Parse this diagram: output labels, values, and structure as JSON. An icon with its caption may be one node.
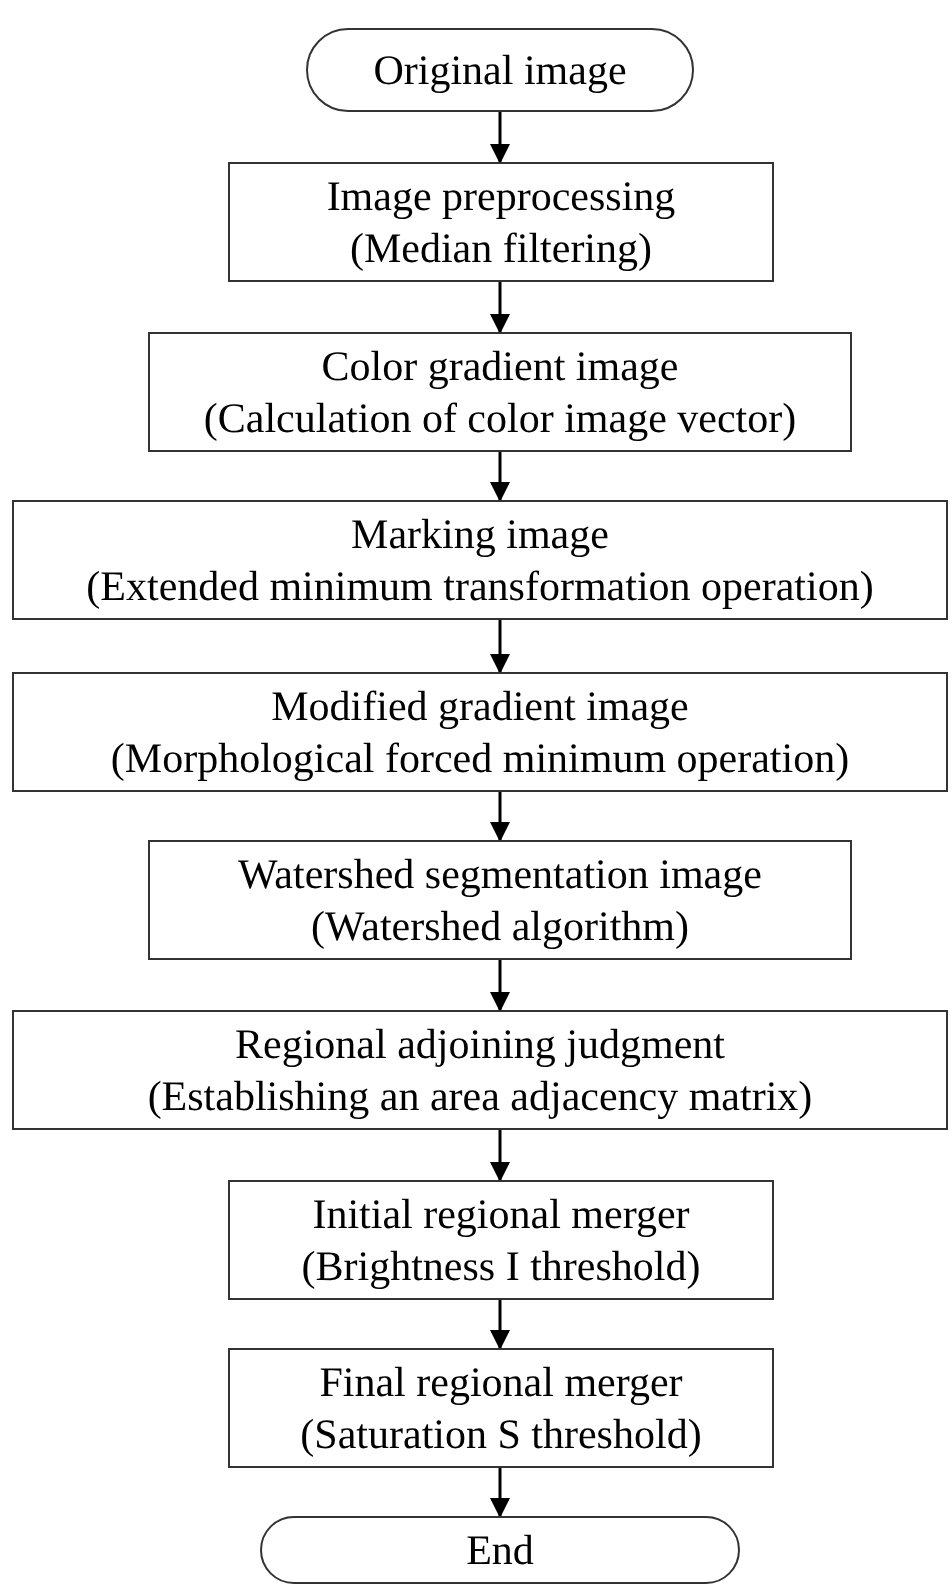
{
  "diagram": {
    "nodes": [
      {
        "text": [
          "Original image"
        ]
      },
      {
        "text": [
          "Image preprocessing",
          "(Median filtering)"
        ]
      },
      {
        "text": [
          "Color gradient image",
          "(Calculation of color image vector)"
        ]
      },
      {
        "text": [
          "Marking image",
          "(Extended minimum transformation operation)"
        ]
      },
      {
        "text": [
          "Modified gradient image",
          "(Morphological forced minimum operation)"
        ]
      },
      {
        "text": [
          "Watershed segmentation image",
          "(Watershed algorithm)"
        ]
      },
      {
        "text": [
          "Regional adjoining judgment",
          "(Establishing an area adjacency matrix)"
        ]
      },
      {
        "text": [
          "Initial regional merger",
          "(Brightness I threshold)"
        ]
      },
      {
        "text": [
          "Final regional merger",
          "(Saturation S threshold)"
        ]
      },
      {
        "text": [
          "End"
        ]
      }
    ],
    "edges": [
      {
        "from": 0,
        "to": 1,
        "arrow": "to"
      },
      {
        "from": 1,
        "to": 2,
        "arrow": "to"
      },
      {
        "from": 2,
        "to": 3,
        "arrow": "to"
      },
      {
        "from": 3,
        "to": 4,
        "arrow": "to"
      },
      {
        "from": 4,
        "to": 5,
        "arrow": "to"
      },
      {
        "from": 5,
        "to": 6,
        "arrow": "to"
      },
      {
        "from": 6,
        "to": 7,
        "arrow": "to"
      },
      {
        "from": 7,
        "to": 8,
        "arrow": "to"
      },
      {
        "from": 8,
        "to": 9,
        "arrow": "to"
      }
    ]
  }
}
